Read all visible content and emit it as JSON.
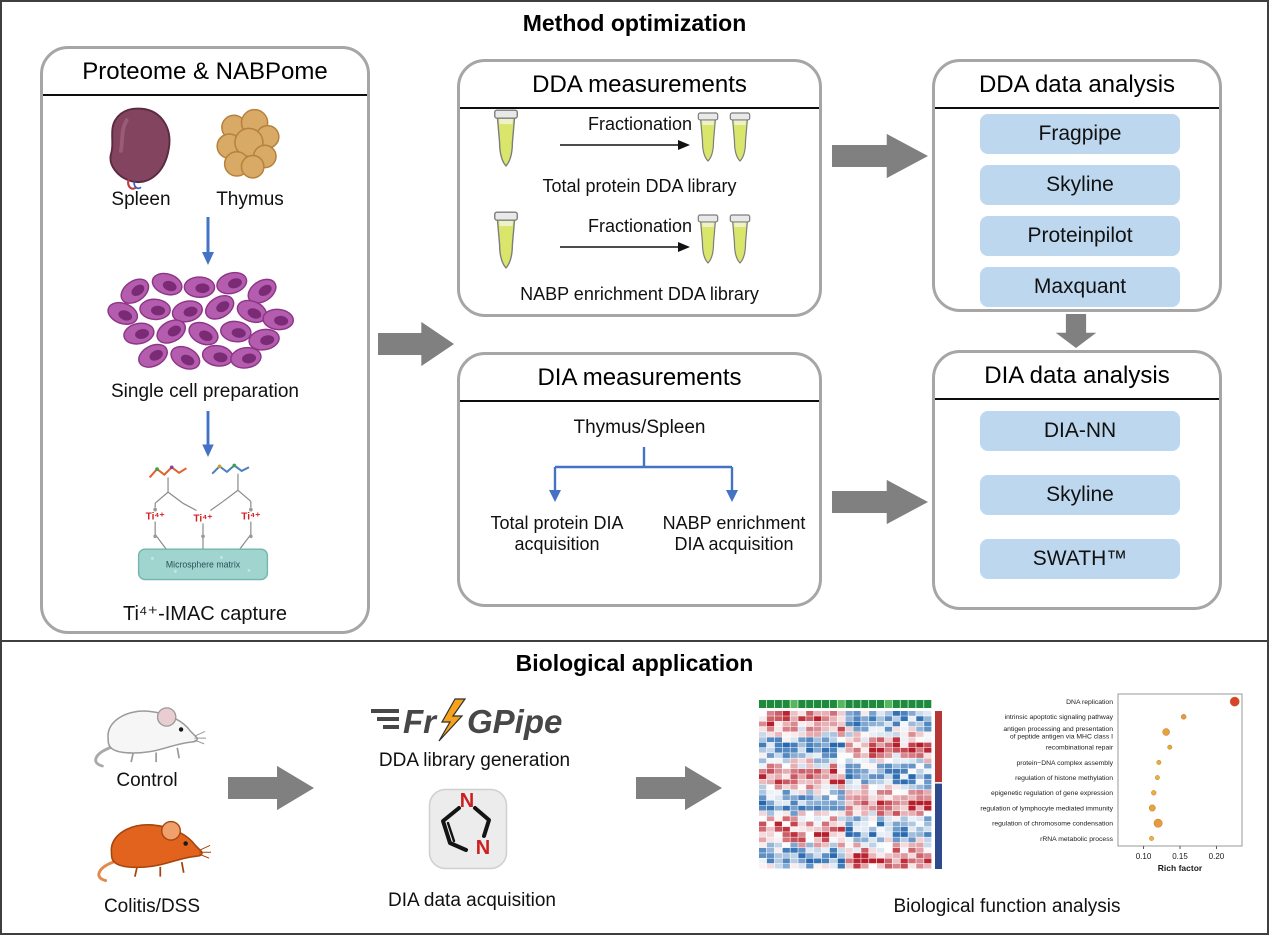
{
  "titles": {
    "method": "Method optimization",
    "biological": "Biological application"
  },
  "colors": {
    "pill_blue": "#bdd7ee",
    "arrow_gray": "#808080",
    "flow_blue": "#4472c4"
  },
  "proteome_box": {
    "title": "Proteome & NABPome",
    "spleen": "Spleen",
    "thymus": "Thymus",
    "single_cell": "Single cell preparation",
    "ti_label": "Ti⁴⁺",
    "microsphere": "Microsphere matrix",
    "timac": "Ti⁴⁺-IMAC capture"
  },
  "dda_measurements": {
    "title": "DDA measurements",
    "rows": [
      {
        "fractionation": "Fractionation",
        "library": "Total protein DDA library"
      },
      {
        "fractionation": "Fractionation",
        "library": "NABP enrichment DDA library"
      }
    ]
  },
  "dia_measurements": {
    "title": "DIA measurements",
    "source": "Thymus/Spleen",
    "left": "Total protein DIA acquisition",
    "right": "NABP enrichment DIA acquisition"
  },
  "dda_analysis": {
    "title": "DDA data analysis",
    "tools": [
      "Fragpipe",
      "Skyline",
      "Proteinpilot",
      "Maxquant"
    ]
  },
  "dia_analysis": {
    "title": "DIA data analysis",
    "tools": [
      "DIA-NN",
      "Skyline",
      "SWATH™"
    ]
  },
  "biological": {
    "control": "Control",
    "colitis": "Colitis/DSS",
    "fragpipe_left": "Fr",
    "fragpipe_right": "GPipe",
    "dda_library_generation": "DDA library generation",
    "dia_nn_letter": "N",
    "dia_data_acquisition": "DIA data acquisition",
    "function_analysis": "Biological function analysis",
    "heatmap": {
      "annotation_color": "#1d8a3c",
      "annotation_alt_color": "#55b85f",
      "case_color": "#b63535",
      "control_color": "#2e4a8c"
    }
  },
  "chart_data": {
    "type": "scatter",
    "title": "",
    "xlabel": "Rich factor",
    "xlim": [
      0.065,
      0.235
    ],
    "xticks": [
      "0.10",
      "0.15",
      "0.20"
    ],
    "xtick_values": [
      0.1,
      0.15,
      0.2
    ],
    "legend_position": "none",
    "points": [
      {
        "label": "DNA replication",
        "x": 0.225,
        "r": 4.6,
        "color": "#d8432a"
      },
      {
        "label": "intrinsic apoptotic signaling pathway",
        "x": 0.155,
        "r": 2.5,
        "color": "#e89b3c"
      },
      {
        "label": "antigen processing and presentation|of peptide antigen via MHC class I",
        "x": 0.131,
        "r": 3.5,
        "color": "#e8a23c"
      },
      {
        "label": "recombinational repair",
        "x": 0.136,
        "r": 2.2,
        "color": "#e8a83c"
      },
      {
        "label": "protein−DNA complex assembly",
        "x": 0.121,
        "r": 2.2,
        "color": "#e8ae3c"
      },
      {
        "label": "regulation of histone methylation",
        "x": 0.119,
        "r": 2.2,
        "color": "#eab53e"
      },
      {
        "label": "epigenetic regulation of gene expression",
        "x": 0.114,
        "r": 2.4,
        "color": "#eab03e"
      },
      {
        "label": "regulation of lymphocyte mediated immunity",
        "x": 0.112,
        "r": 3.2,
        "color": "#e8a43c"
      },
      {
        "label": "regulation of chromosome condensation",
        "x": 0.12,
        "r": 4.2,
        "color": "#e89b3c"
      },
      {
        "label": "rRNA metabolic process",
        "x": 0.111,
        "r": 2.2,
        "color": "#eab53e"
      }
    ]
  }
}
